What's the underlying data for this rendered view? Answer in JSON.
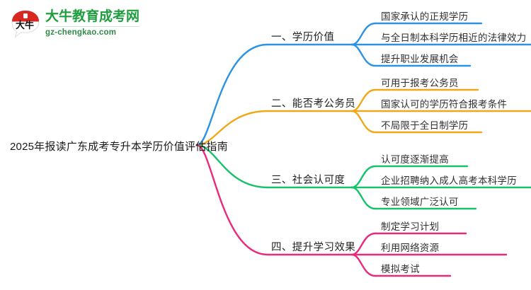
{
  "logo": {
    "mark_name": "daniu-speech-bubble-logo",
    "title": "大牛教育成考网",
    "subtitle": "gz-chengkao.com",
    "brand_green": "#1f9e3e",
    "brand_red": "#d9271f"
  },
  "mindmap": {
    "root": {
      "label": "2025年报读广东成考专升本学历价值评估指南"
    },
    "branches": [
      {
        "index": "1",
        "label": "一、学历价值",
        "color": "#2b92e4",
        "children": [
          {
            "label": "国家承认的正规学历"
          },
          {
            "label": "与全日制本科学历相近的法律效力"
          },
          {
            "label": "提升职业发展机会"
          }
        ]
      },
      {
        "index": "2",
        "label": "二、能否考公务员",
        "color": "#f0a818",
        "children": [
          {
            "label": "可用于报考公务员"
          },
          {
            "label": "国家认可的学历符合报考条件"
          },
          {
            "label": "不局限于全日制学历"
          }
        ]
      },
      {
        "index": "3",
        "label": "三、社会认可度",
        "color": "#15c26b",
        "children": [
          {
            "label": "认可度逐渐提高"
          },
          {
            "label": "企业招聘纳入成人高考本科学历"
          },
          {
            "label": "专业领域广泛认可"
          }
        ]
      },
      {
        "index": "4",
        "label": "四、提升学习效果",
        "color": "#ea2a7b",
        "children": [
          {
            "label": "制定学习计划"
          },
          {
            "label": "利用网络资源"
          },
          {
            "label": "模拟考试"
          }
        ]
      }
    ]
  }
}
